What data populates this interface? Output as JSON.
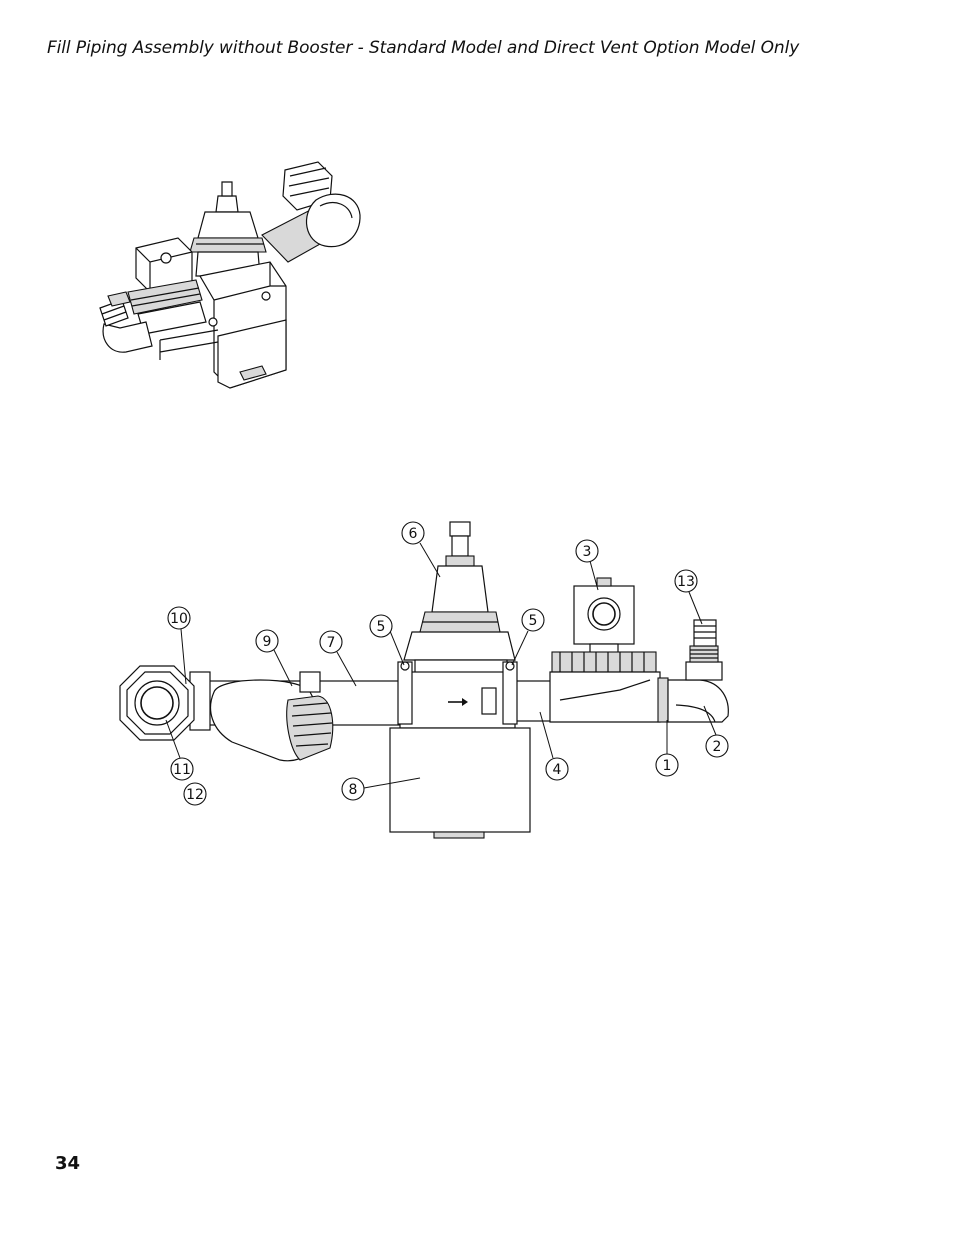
{
  "header": {
    "title": "Fill Piping Assembly without Booster - Standard Model and Direct Vent Option Model Only"
  },
  "footer": {
    "page_number": "34"
  },
  "diagram": {
    "callouts": [
      "1",
      "2",
      "3",
      "4",
      "5",
      "5",
      "6",
      "7",
      "8",
      "9",
      "10",
      "11",
      "12",
      "13"
    ]
  }
}
